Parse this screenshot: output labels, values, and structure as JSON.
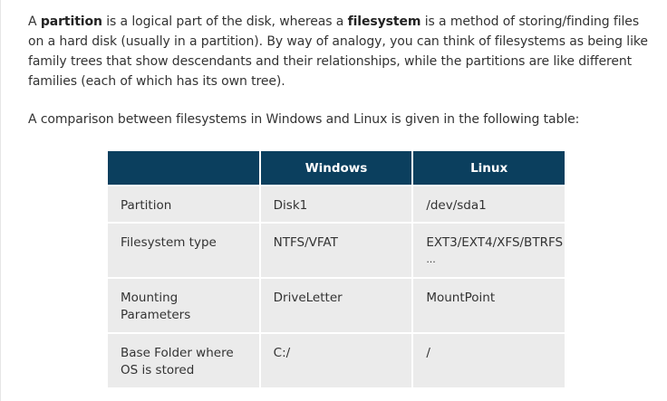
{
  "intro": {
    "t1": "A ",
    "b1": "partition",
    "t2": " is a logical part of the disk, whereas a ",
    "b2": "filesystem",
    "t3": " is a method of storing/finding files on a hard disk (usually in a partition). By way of analogy, you can think of filesystems as being like family trees that show descendants and their relationships, while the partitions are like different families (each of which has its own tree)."
  },
  "comparison_intro": "A comparison between filesystems in Windows and Linux is given in the following table:",
  "table": {
    "headers": [
      "",
      "Windows",
      "Linux"
    ],
    "rows": [
      {
        "label": "Partition",
        "windows": "Disk1",
        "linux": "/dev/sda1",
        "linux_extra": ""
      },
      {
        "label": "Filesystem type",
        "windows": "NTFS/VFAT",
        "linux": "EXT3/EXT4/XFS/BTRFS",
        "linux_extra": "..."
      },
      {
        "label": "Mounting Parameters",
        "windows": "DriveLetter",
        "linux": "MountPoint",
        "linux_extra": ""
      },
      {
        "label": "Base Folder where OS is stored",
        "windows": "C:/",
        "linux": "/",
        "linux_extra": ""
      }
    ]
  }
}
